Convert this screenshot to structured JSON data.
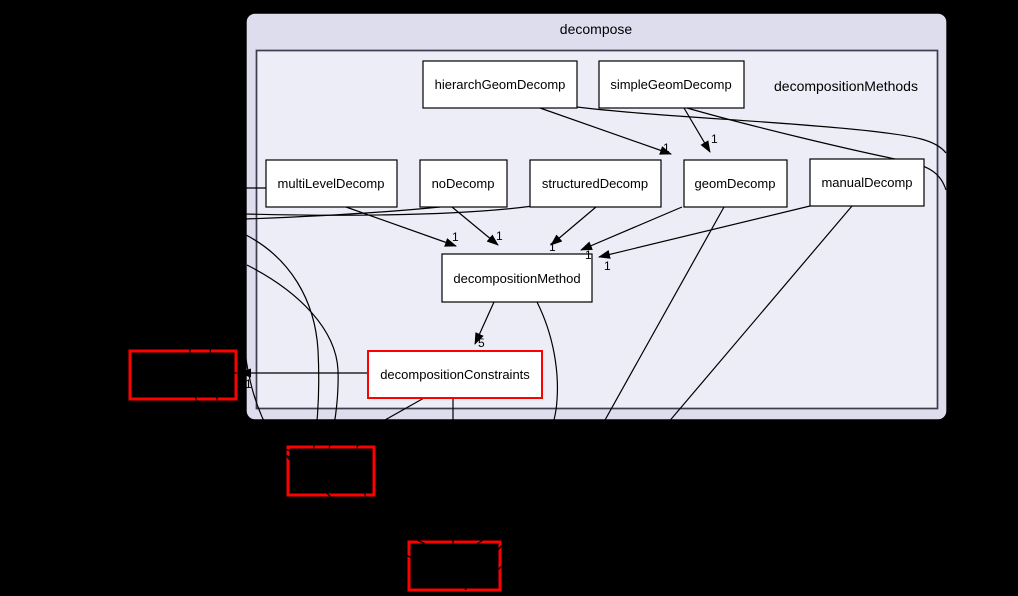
{
  "graph_title": "decompose",
  "colors": {
    "background": "#000000",
    "outer_cluster_fill": "#ddddee",
    "outer_cluster_border": "#000000",
    "inner_cluster_fill": "#ededf8",
    "inner_cluster_border": "#3d3d4d",
    "node_fill": "#ffffff",
    "node_border": "#000000",
    "external_node_border": "#ff0000",
    "edge_color": "#000000"
  },
  "outer_cluster": {
    "label": "decompose"
  },
  "inner_cluster": {
    "label": "decompositionMethods"
  },
  "nodes": [
    {
      "id": "hierarchGeomDecomp",
      "label": "hierarchGeomDecomp"
    },
    {
      "id": "simpleGeomDecomp",
      "label": "simpleGeomDecomp"
    },
    {
      "id": "multiLevelDecomp",
      "label": "multiLevelDecomp"
    },
    {
      "id": "noDecomp",
      "label": "noDecomp"
    },
    {
      "id": "structuredDecomp",
      "label": "structuredDecomp"
    },
    {
      "id": "geomDecomp",
      "label": "geomDecomp"
    },
    {
      "id": "manualDecomp",
      "label": "manualDecomp"
    },
    {
      "id": "decompositionMethod",
      "label": "decompositionMethod"
    },
    {
      "id": "decompositionConstraints",
      "label": "decompositionConstraints"
    }
  ],
  "external_nodes": [
    {
      "id": "external-left",
      "label": ""
    },
    {
      "id": "external-bottom-1",
      "label": ""
    },
    {
      "id": "external-bottom-2",
      "label": ""
    }
  ],
  "edges": [
    {
      "from": "multiLevelDecomp",
      "to": "decompositionMethod",
      "label": "1"
    },
    {
      "from": "noDecomp",
      "to": "decompositionMethod",
      "label": "1"
    },
    {
      "from": "structuredDecomp",
      "to": "decompositionMethod",
      "label": "1"
    },
    {
      "from": "hierarchGeomDecomp",
      "to": "geomDecomp",
      "label": "1"
    },
    {
      "from": "simpleGeomDecomp",
      "to": "geomDecomp",
      "label": "1"
    },
    {
      "from": "geomDecomp",
      "to": "decompositionMethod",
      "label": "1"
    },
    {
      "from": "manualDecomp",
      "to": "decompositionMethod",
      "label": "1"
    },
    {
      "from": "decompositionMethod",
      "to": "decompositionConstraints",
      "label": "5"
    },
    {
      "from": "decompositionConstraints",
      "to": "external-left",
      "label": "1"
    }
  ]
}
